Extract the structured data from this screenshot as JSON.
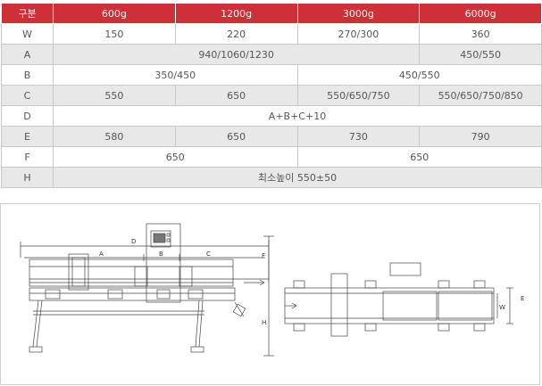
{
  "table": {
    "header": [
      "구분",
      "600g",
      "1200g",
      "3000g",
      "6000g"
    ],
    "rows": {
      "W": {
        "label": "W",
        "cells": [
          "150",
          "220",
          "270/300",
          "360"
        ]
      },
      "A": {
        "label": "A",
        "cells": [
          "940/1060/1230",
          "450/550"
        ]
      },
      "B": {
        "label": "B",
        "cells": [
          "350/450",
          "450/550"
        ]
      },
      "C": {
        "label": "C",
        "cells": [
          "550",
          "650",
          "550/650/750",
          "550/650/750/850"
        ]
      },
      "D": {
        "label": "D",
        "cells": [
          "A+B+C+10"
        ]
      },
      "E": {
        "label": "E",
        "cells": [
          "580",
          "650",
          "730",
          "790"
        ]
      },
      "F": {
        "label": "F",
        "cells": [
          "650",
          "650"
        ]
      },
      "H": {
        "label": "H",
        "cells": [
          "최소높이 550±50"
        ]
      }
    }
  },
  "drawing": {
    "side_labels": {
      "d": "D",
      "a": "A",
      "b": "B",
      "c": "C",
      "f": "F",
      "h": "H"
    },
    "top_labels": {
      "w": "W",
      "e": "E"
    }
  }
}
